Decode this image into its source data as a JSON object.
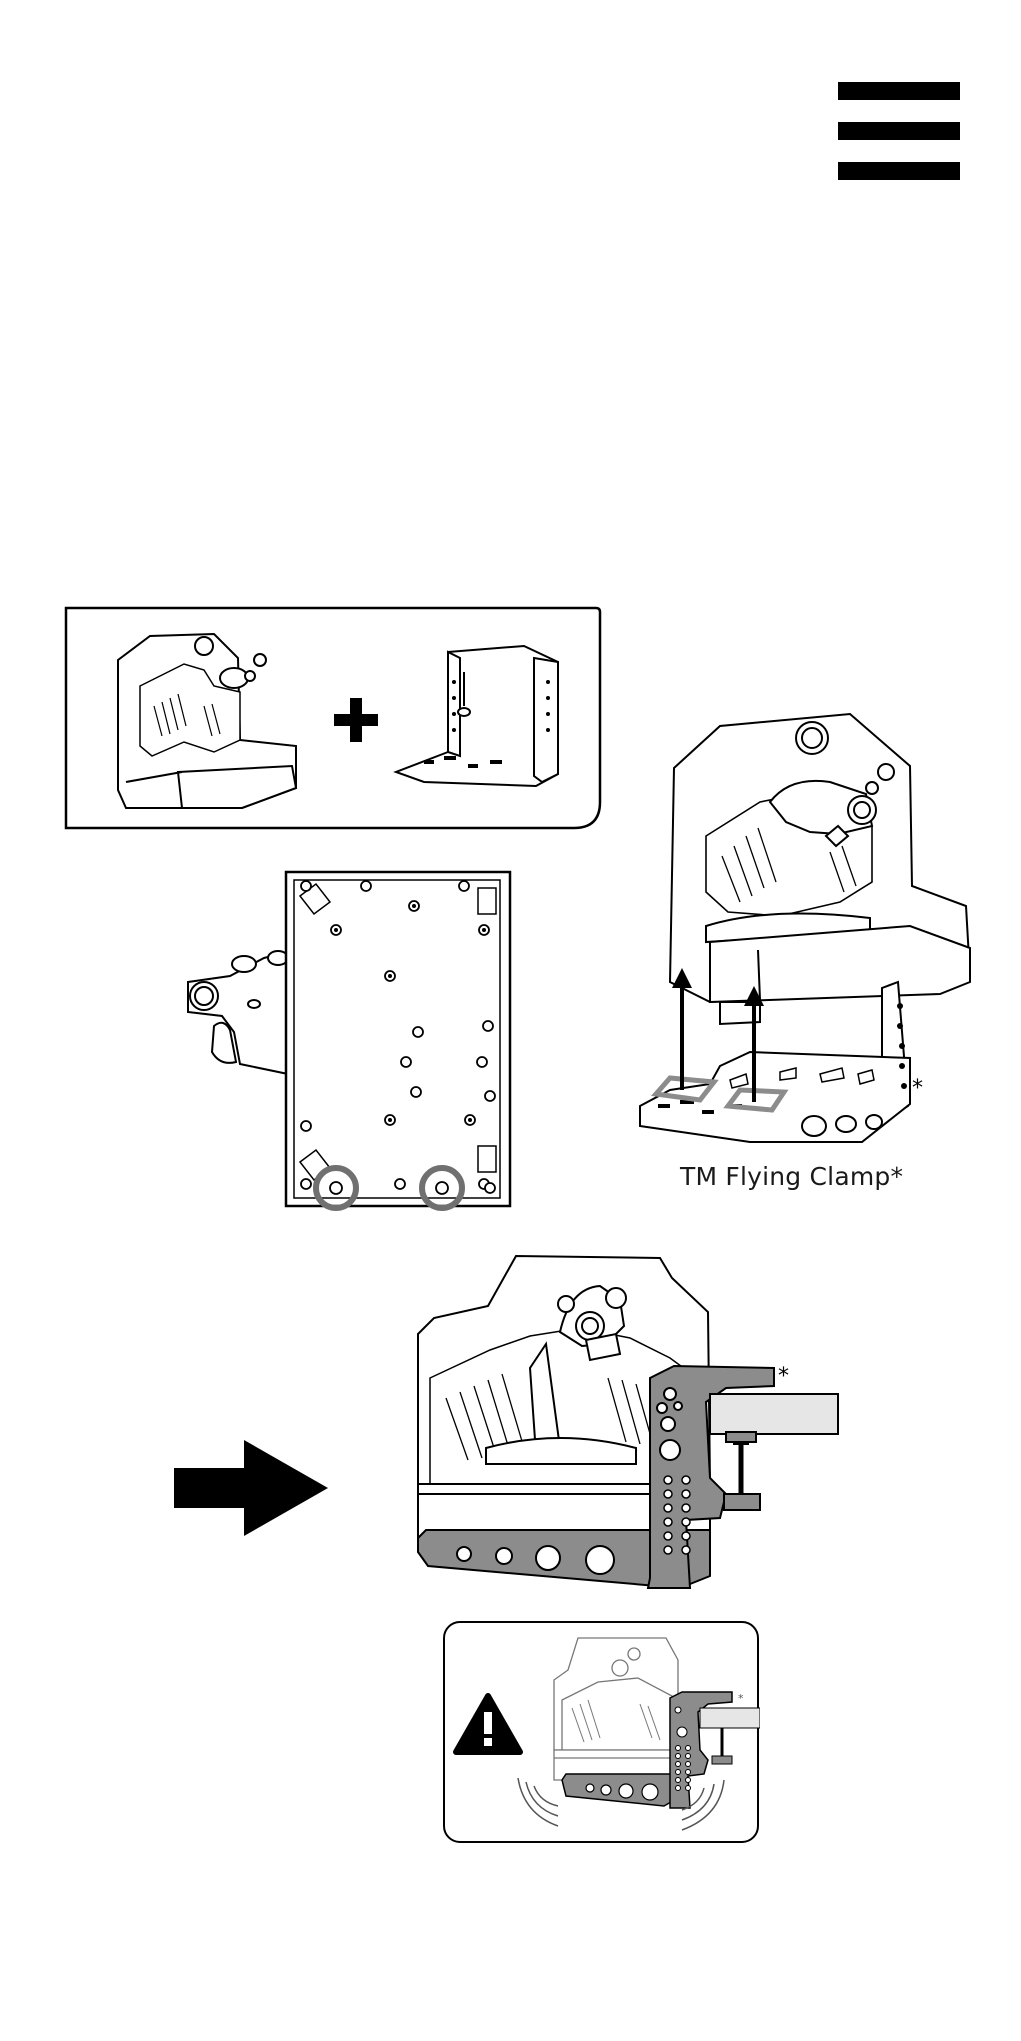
{
  "page": {
    "background": "#ffffff",
    "ink": "#000000",
    "accent_gray": "#8c8c8c"
  },
  "header": {
    "menu_icon": "hamburger-menu-icon"
  },
  "panels": {
    "box1": {
      "contents": [
        "throttle-base-sketch",
        "plus-icon",
        "flying-clamp-sketch"
      ]
    },
    "bottom_view": {
      "highlight_color": "#707070"
    },
    "assembly": {
      "caption": "TM Flying Clamp*",
      "asterisk": "*"
    },
    "mounted": {
      "arrow_icon": "arrow-right-icon",
      "asterisk": "*"
    },
    "warning": {
      "icon": "warning-triangle-icon",
      "asterisk": "*"
    }
  }
}
